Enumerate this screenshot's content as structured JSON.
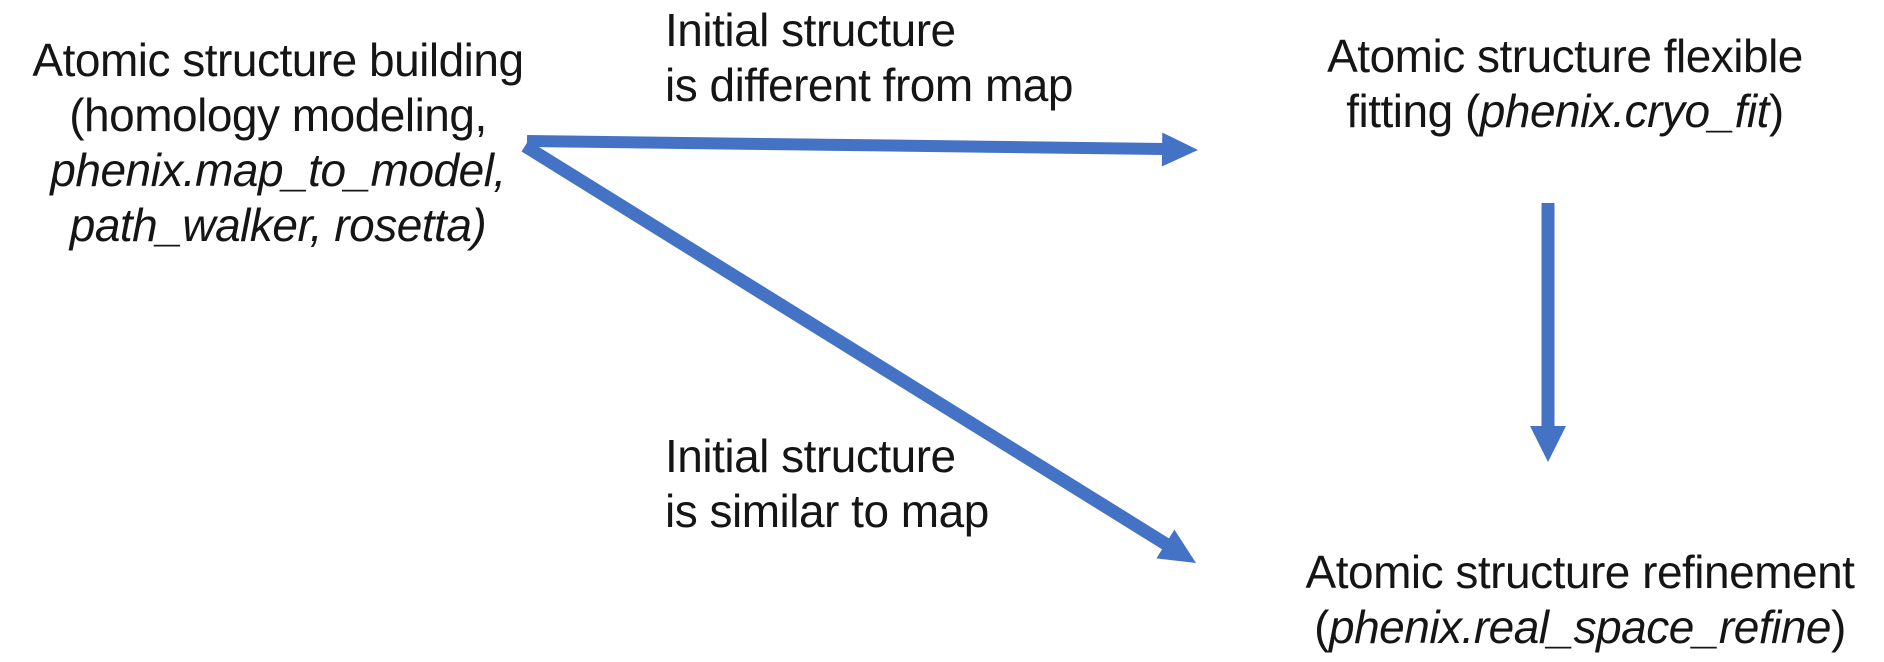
{
  "colors": {
    "arrow": "#4472C4",
    "text": "#151515",
    "background": "#ffffff"
  },
  "diagram": {
    "nodes": {
      "building": {
        "lines": [
          [
            {
              "t": "Atomic structure building"
            }
          ],
          [
            {
              "t": "(homology modeling,"
            }
          ],
          [
            {
              "t": "phenix.map_to_model,",
              "i": true
            }
          ],
          [
            {
              "t": "path_walker, rosetta)",
              "i": true
            }
          ]
        ]
      },
      "flexible_fitting": {
        "lines": [
          [
            {
              "t": "Atomic structure flexible"
            }
          ],
          [
            {
              "t": "fitting ("
            },
            {
              "t": "phenix.cryo_fit",
              "i": true
            },
            {
              "t": ")"
            }
          ]
        ]
      },
      "refinement": {
        "lines": [
          [
            {
              "t": "Atomic structure refinement"
            }
          ],
          [
            {
              "t": "("
            },
            {
              "t": "phenix.real_space_refine",
              "i": true
            },
            {
              "t": ")"
            }
          ]
        ]
      }
    },
    "edge_labels": {
      "different": {
        "lines": [
          [
            {
              "t": "Initial structure"
            }
          ],
          [
            {
              "t": "is different from map"
            }
          ]
        ]
      },
      "similar": {
        "lines": [
          [
            {
              "t": "Initial structure"
            }
          ],
          [
            {
              "t": "is similar to map"
            }
          ]
        ]
      }
    },
    "edges": [
      {
        "from": "building",
        "to": "flexible_fitting",
        "label": "Initial structure is different from map"
      },
      {
        "from": "building",
        "to": "refinement",
        "label": "Initial structure is similar to map"
      },
      {
        "from": "flexible_fitting",
        "to": "refinement",
        "label": ""
      }
    ]
  }
}
